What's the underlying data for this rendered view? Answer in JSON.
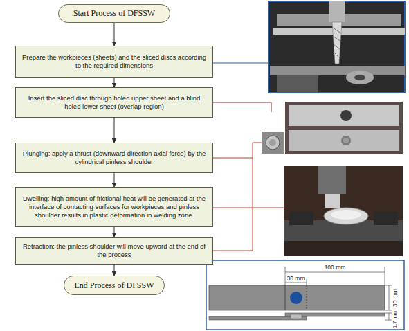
{
  "diagram": {
    "nodes": [
      {
        "text": [
          "Start Process of DFSSW"
        ]
      },
      {
        "text": [
          "Prepare the workpieces (sheets) and the sliced discs according to the required dimensions"
        ]
      },
      {
        "text": [
          "Insert the sliced disc through holed upper sheet and a blind holed lower sheet (overlap region)"
        ]
      },
      {
        "text": [
          "Plunging: apply a thrust (downward direction axial force) by the cylindrical pinless shoulder"
        ]
      },
      {
        "text": [
          "Dwelling: high amount of frictional heat will be generated at the interface of contacting surfaces for workpieces and pinless shoulder results in plastic deformation in welding zone."
        ]
      },
      {
        "text": [
          "Retraction: the pinless shoulder will move upward at the end of the process"
        ]
      },
      {
        "text": [
          "End Process of DFSSW"
        ]
      }
    ],
    "edges": [
      {
        "from": 0,
        "to": 1,
        "arrow": "to"
      },
      {
        "from": 1,
        "to": 2,
        "arrow": "to"
      },
      {
        "from": 2,
        "to": 3,
        "arrow": "to"
      },
      {
        "from": 3,
        "to": 4,
        "arrow": "to"
      },
      {
        "from": 4,
        "to": 5,
        "arrow": "to"
      },
      {
        "from": 5,
        "to": 6,
        "arrow": "to"
      }
    ],
    "labels": [
      "30 mm",
      "100 mm",
      "30 mm",
      "1.7 mm"
    ]
  }
}
